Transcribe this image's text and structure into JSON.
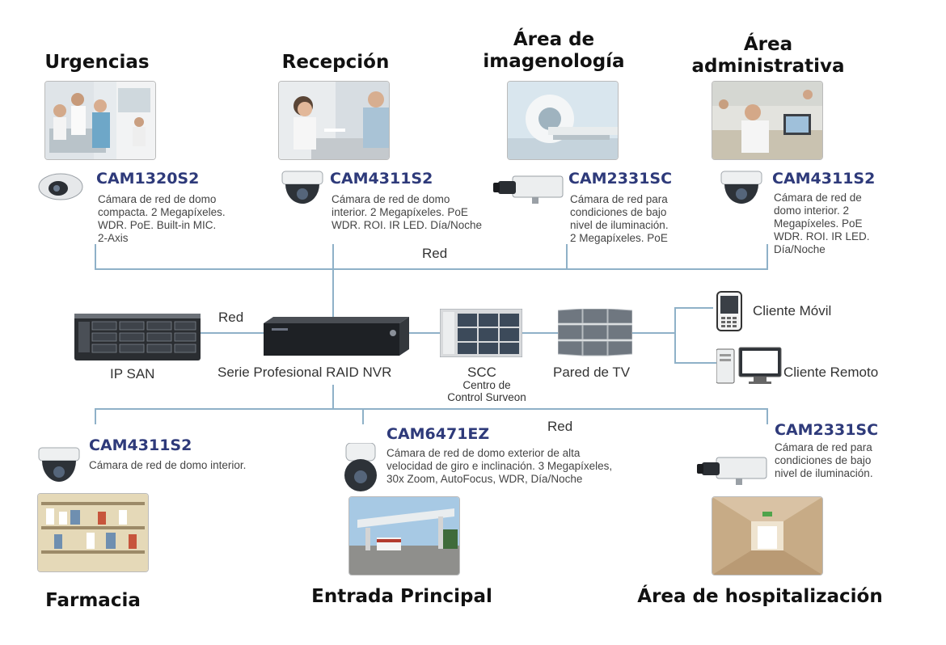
{
  "areas": {
    "urgencias": "Urgencias",
    "recepcion": "Recepción",
    "imagenologia": "Área de\nimagenología",
    "administrativa": "Área\nadministrativa",
    "farmacia": "Farmacia",
    "entrada": "Entrada Principal",
    "hospitalizacion": "Área de hospitalización"
  },
  "cameras": {
    "urgencias": {
      "model": "CAM1320S2",
      "desc": "Cámara de red de domo\ncompacta. 2 Megapíxeles.\nWDR. PoE. Built-in MIC.\n2-Axis"
    },
    "recepcion": {
      "model": "CAM4311S2",
      "desc": "Cámara de red de domo\ninterior. 2 Megapíxeles. PoE\nWDR. ROI. IR LED. Día/Noche"
    },
    "imagenologia": {
      "model": "CAM2331SC",
      "desc": "Cámara de red para\ncondiciones de bajo\nnivel de iluminación.\n2 Megapíxeles. PoE"
    },
    "administrativa": {
      "model": "CAM4311S2",
      "desc": "Cámara de red de\ndomo interior. 2\nMegapíxeles. PoE\nWDR. ROI. IR LED.\nDía/Noche"
    },
    "farmacia": {
      "model": "CAM4311S2",
      "desc": "Cámara de red de domo interior."
    },
    "entrada": {
      "model": "CAM6471EZ",
      "desc": "Cámara de red de domo exterior de alta\nvelocidad de giro e inclinación. 3 Megapíxeles,\n30x Zoom, AutoFocus, WDR, Día/Noche"
    },
    "hospitalizacion": {
      "model": "CAM2331SC",
      "desc": "Cámara de red para\ncondiciones de bajo\nnivel de iluminación."
    }
  },
  "network": {
    "red_top": "Red",
    "red_left": "Red",
    "red_bottom": "Red"
  },
  "devices": {
    "ipsan": "IP SAN",
    "nvr": "Serie Profesional RAID NVR",
    "scc": "SCC",
    "scc_sub": "Centro de\nControl Surveon",
    "tv": "Pared de TV",
    "mobile": "Cliente Móvil",
    "remote": "Cliente Remoto"
  },
  "colors": {
    "model_text": "#2e3a7a",
    "network_line": "#8fb1c8"
  }
}
